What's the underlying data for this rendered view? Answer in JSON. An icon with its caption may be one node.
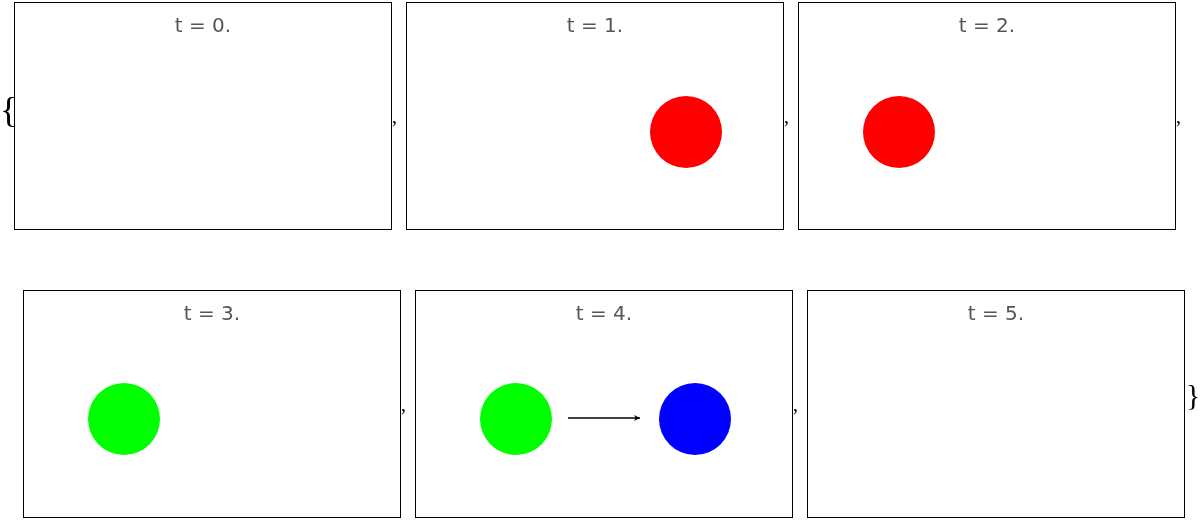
{
  "diagram": {
    "nodes": [
      {
        "text": [
          "t = 0."
        ]
      },
      {
        "text": [
          "t = 1."
        ]
      },
      {
        "text": [],
        "shape": "circle",
        "in": 1
      },
      {
        "text": [
          "t = 2."
        ]
      },
      {
        "text": [],
        "shape": "circle",
        "in": 3
      },
      {
        "text": [
          "t = 3."
        ]
      },
      {
        "text": [],
        "shape": "circle",
        "in": 5
      },
      {
        "text": [
          "t = 4."
        ]
      },
      {
        "text": [],
        "shape": "circle",
        "in": 7
      },
      {
        "text": [],
        "shape": "circle",
        "in": 7
      },
      {
        "text": [
          "t = 5."
        ]
      }
    ],
    "edges": [
      {
        "from": 8,
        "to": 9,
        "arrow": "to"
      }
    ],
    "labels": [
      "{",
      ",",
      ",",
      ",",
      ",",
      ",",
      "}"
    ]
  }
}
